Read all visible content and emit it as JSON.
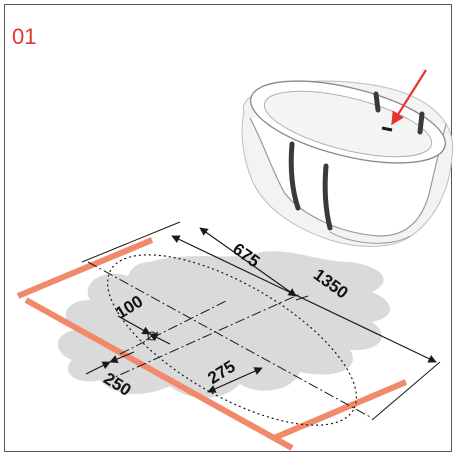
{
  "step": {
    "number": "01"
  },
  "dimensions": {
    "length": "1350",
    "half_length": "675",
    "drain_offset_a": "100",
    "drain_offset_b": "250",
    "half_width": "275"
  },
  "colors": {
    "step_number": "#e8352b",
    "arrow": "#e8352b",
    "support_strips": "#f08a6a",
    "shadow": "#d0d0d0",
    "lines": "#1a1a1a"
  },
  "icons": {
    "bathtub": "freestanding-oval-bathtub-in-packaging",
    "drain": "drain-symbol",
    "pointer": "red-pointer-arrow"
  }
}
